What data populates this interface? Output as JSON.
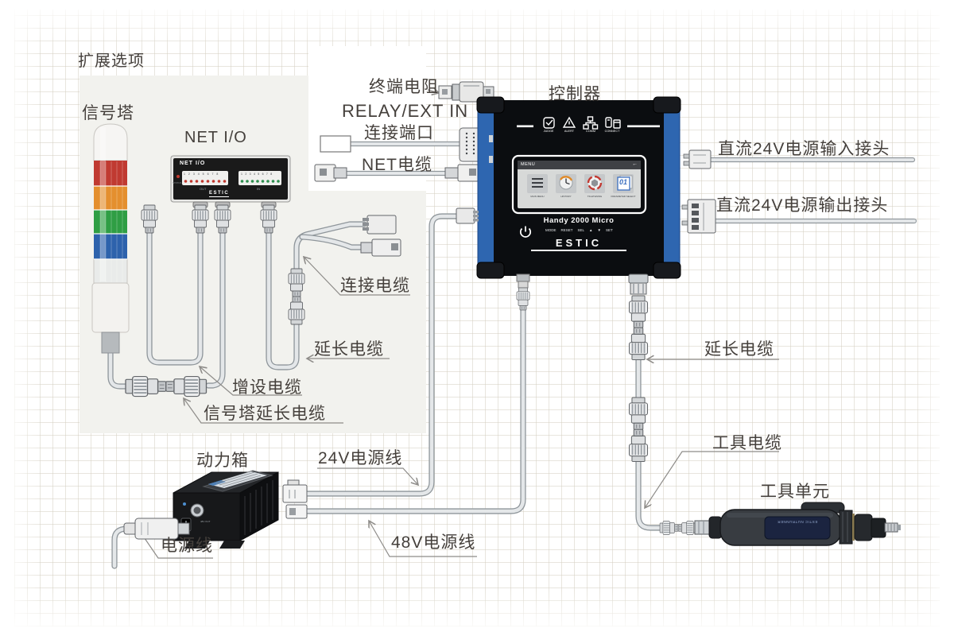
{
  "expansion": {
    "title": "扩展选项",
    "signal_tower": "信号塔",
    "net_io": "NET I/O",
    "connect_cable": "连接电缆",
    "extension_cable": "延长电缆",
    "additional_cable": "增设电缆",
    "tower_extension_cable": "信号塔延长电缆"
  },
  "top_cables": {
    "terminal_resistor": "终端电阻",
    "relay_port_line1": "RELAY/EXT IN",
    "relay_port_line2": "连接端口",
    "net_cable": "NET电缆"
  },
  "controller": {
    "label": "控制器",
    "model": "Handy 2000 Micro",
    "brand": "ESTIC",
    "indicators": [
      "JUDGE",
      "ALERT",
      "COMM",
      "CONNECT"
    ],
    "screen": {
      "title": "MENU",
      "back_arrow": "←",
      "menu_items": [
        "MAIN MENU",
        "HISTORY",
        "TIGHTENING",
        "PARAMETER SELECT"
      ],
      "parameter_value": "01"
    },
    "buttons": [
      "MODE",
      "RESET",
      "SEL",
      "▲",
      "▼",
      "SET"
    ]
  },
  "right_side": {
    "dc24_in": "直流24V电源输入接头",
    "dc24_out": "直流24V电源输出接头",
    "extension_cable": "延长电缆",
    "tool_cable": "工具电缆",
    "tool_unit": "工具单元"
  },
  "bottom": {
    "power_box": "动力箱",
    "power_cord": "电源线",
    "line_24v": "24V电源线",
    "line_48v": "48V电源线",
    "outlet_label": "48V OUT"
  },
  "net_io_device": {
    "title": "NET I/O",
    "status": "STATUS",
    "out": "OUT",
    "in": "IN",
    "brand": "ESTIC",
    "channel_numbers": "1 2 3 4 5 6 7 8"
  },
  "tool": {
    "label": "ESTIC NUTRUNNER"
  },
  "icons": {
    "judge": "check-square-icon",
    "alert": "warning-triangle-icon",
    "comm": "network-nodes-icon",
    "connect": "usb-card-icon",
    "power": "power-icon",
    "back": "left-arrow-icon",
    "main_menu": "hamburger-icon",
    "history": "clock-gauge-icon",
    "tightening": "torque-ring-icon",
    "parameter_select": "numbered-pages-icon"
  },
  "colors": {
    "accent_blue": "#2e66b0",
    "tower_red": "#c03a31",
    "tower_orange": "#e48f2e",
    "tower_green": "#2f9e44",
    "tower_blue": "#2d62ac",
    "cable_gray": "#e4e7e9",
    "label_text": "#45403c",
    "panel_gray": "#f2f2ee"
  }
}
